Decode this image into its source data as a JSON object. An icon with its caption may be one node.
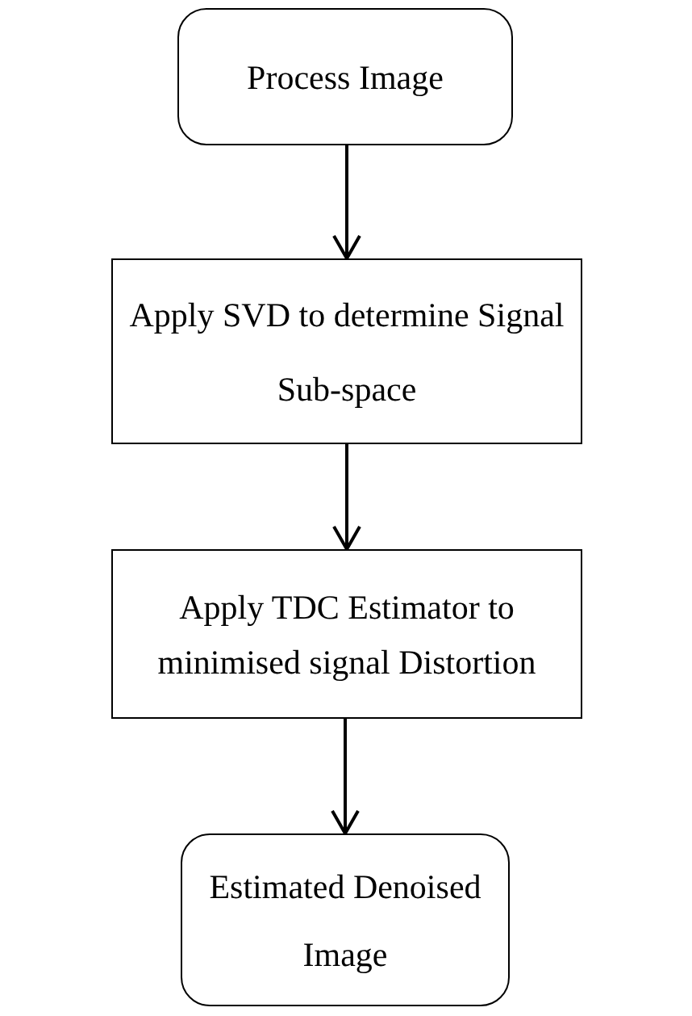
{
  "diagram": {
    "nodes": [
      {
        "text": [
          "Process Image"
        ]
      },
      {
        "text": [
          "Apply SVD to determine Signal Sub-space"
        ]
      },
      {
        "text": [
          "Apply TDC Estimator to minimised signal Distortion"
        ]
      },
      {
        "text": [
          "Estimated Denoised Image"
        ]
      }
    ],
    "edges": [
      {
        "from": 0,
        "to": 1,
        "arrow": "to"
      },
      {
        "from": 1,
        "to": 2,
        "arrow": "to"
      },
      {
        "from": 2,
        "to": 3,
        "arrow": "to"
      }
    ]
  }
}
